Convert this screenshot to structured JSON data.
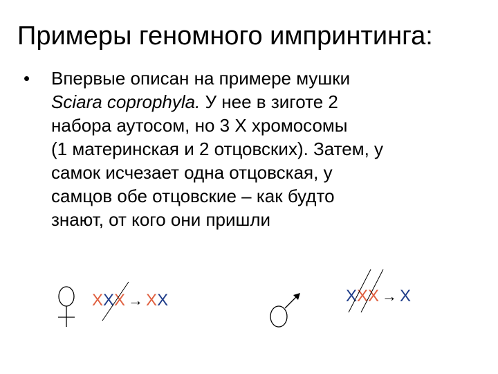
{
  "slide": {
    "title": "Примеры геномного импринтинга:",
    "bullet": "•",
    "paragraph": {
      "l1": "Впервые описан на примере мушки",
      "l2_italic": "Sciara coprophyla.",
      "l2_rest": " У нее в зиготе 2",
      "l3": "набора аутосом, но 3 Х хромосомы",
      "l4": "(1 материнская и 2 отцовских). Затем, у",
      "l5": "самок исчезает одна отцовская, у",
      "l6": "самцов обе отцовские – как будто",
      "l7": "знают, от кого они пришли"
    }
  },
  "female": {
    "symbol_icon": "female-symbol-icon",
    "x1": "X",
    "x2": "X",
    "x3": "X",
    "arrow_icon": "right-arrow-icon",
    "r1": "X",
    "r2": "X"
  },
  "male": {
    "symbol_icon": "male-symbol-icon",
    "x1": "X",
    "x2": "X",
    "x3": "X",
    "arrow_icon": "right-arrow-icon",
    "r1": "X"
  },
  "colors": {
    "maternal_x": "#1F3D8A",
    "paternal_x": "#E06040",
    "strike_line": "#000000"
  }
}
